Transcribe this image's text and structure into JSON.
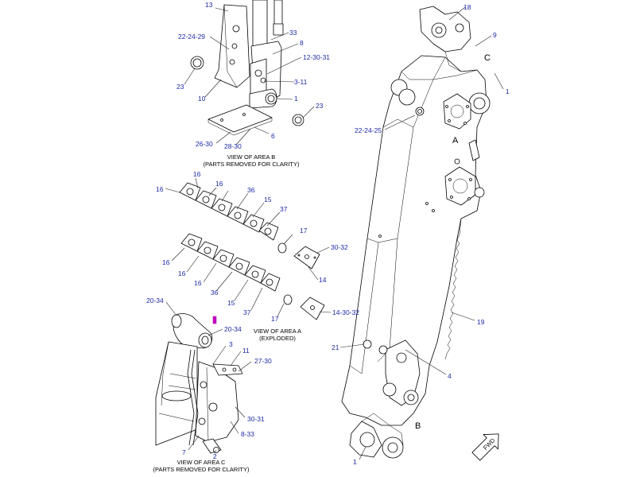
{
  "callouts": {
    "c13": "13",
    "c22_24_29": "22-24-29",
    "c33": "33",
    "c8_top": "8",
    "c12_30_31": "12-30-31",
    "c23_left": "23",
    "c3_11_top": "3-11",
    "c10": "10",
    "c1_top": "1",
    "c23_right": "23",
    "c6": "6",
    "c26_30": "26-30",
    "c28_30": "28-30",
    "c18": "18",
    "c9": "9",
    "cC": "C",
    "c1_right": "1",
    "c22_24_25": "22-24-25",
    "cA": "A",
    "c16_a": "16",
    "c16_b": "16",
    "c16_c": "16",
    "c36_a": "36",
    "c15_a": "15",
    "c37_a": "37",
    "c17_a": "17",
    "c30_32": "30-32",
    "c16_d": "16",
    "c16_e": "16",
    "c16_f": "16",
    "c14": "14",
    "c36_b": "36",
    "c15_b": "15",
    "c37_b": "37",
    "c17_b": "17",
    "c14_30_32": "14-30-32",
    "c19": "19",
    "c20_34_a": "20-34",
    "c20_34_b": "20-34",
    "c3_bot": "3",
    "c11_bot": "11",
    "c27_30": "27-30",
    "c21": "21",
    "c4": "4",
    "c30_31": "30-31",
    "c8_33": "8-33",
    "c7": "7",
    "c2": "2",
    "cB": "B",
    "c1_bot": "1"
  },
  "captions": {
    "area_b_1": "VIEW OF AREA  B",
    "area_b_2": "(PARTS REMOVED FOR CLARITY)",
    "area_a_1": "VIEW OF AREA  A",
    "area_a_2": "(EXPLODED)",
    "area_c_1": "VIEW OF AREA  C",
    "area_c_2": "(PARTS REMOVED FOR CLARITY)"
  },
  "fwd_label": "FWD",
  "colors": {
    "callout": "#1d2aa6",
    "line": "#000000",
    "highlight": "#c000c0"
  }
}
